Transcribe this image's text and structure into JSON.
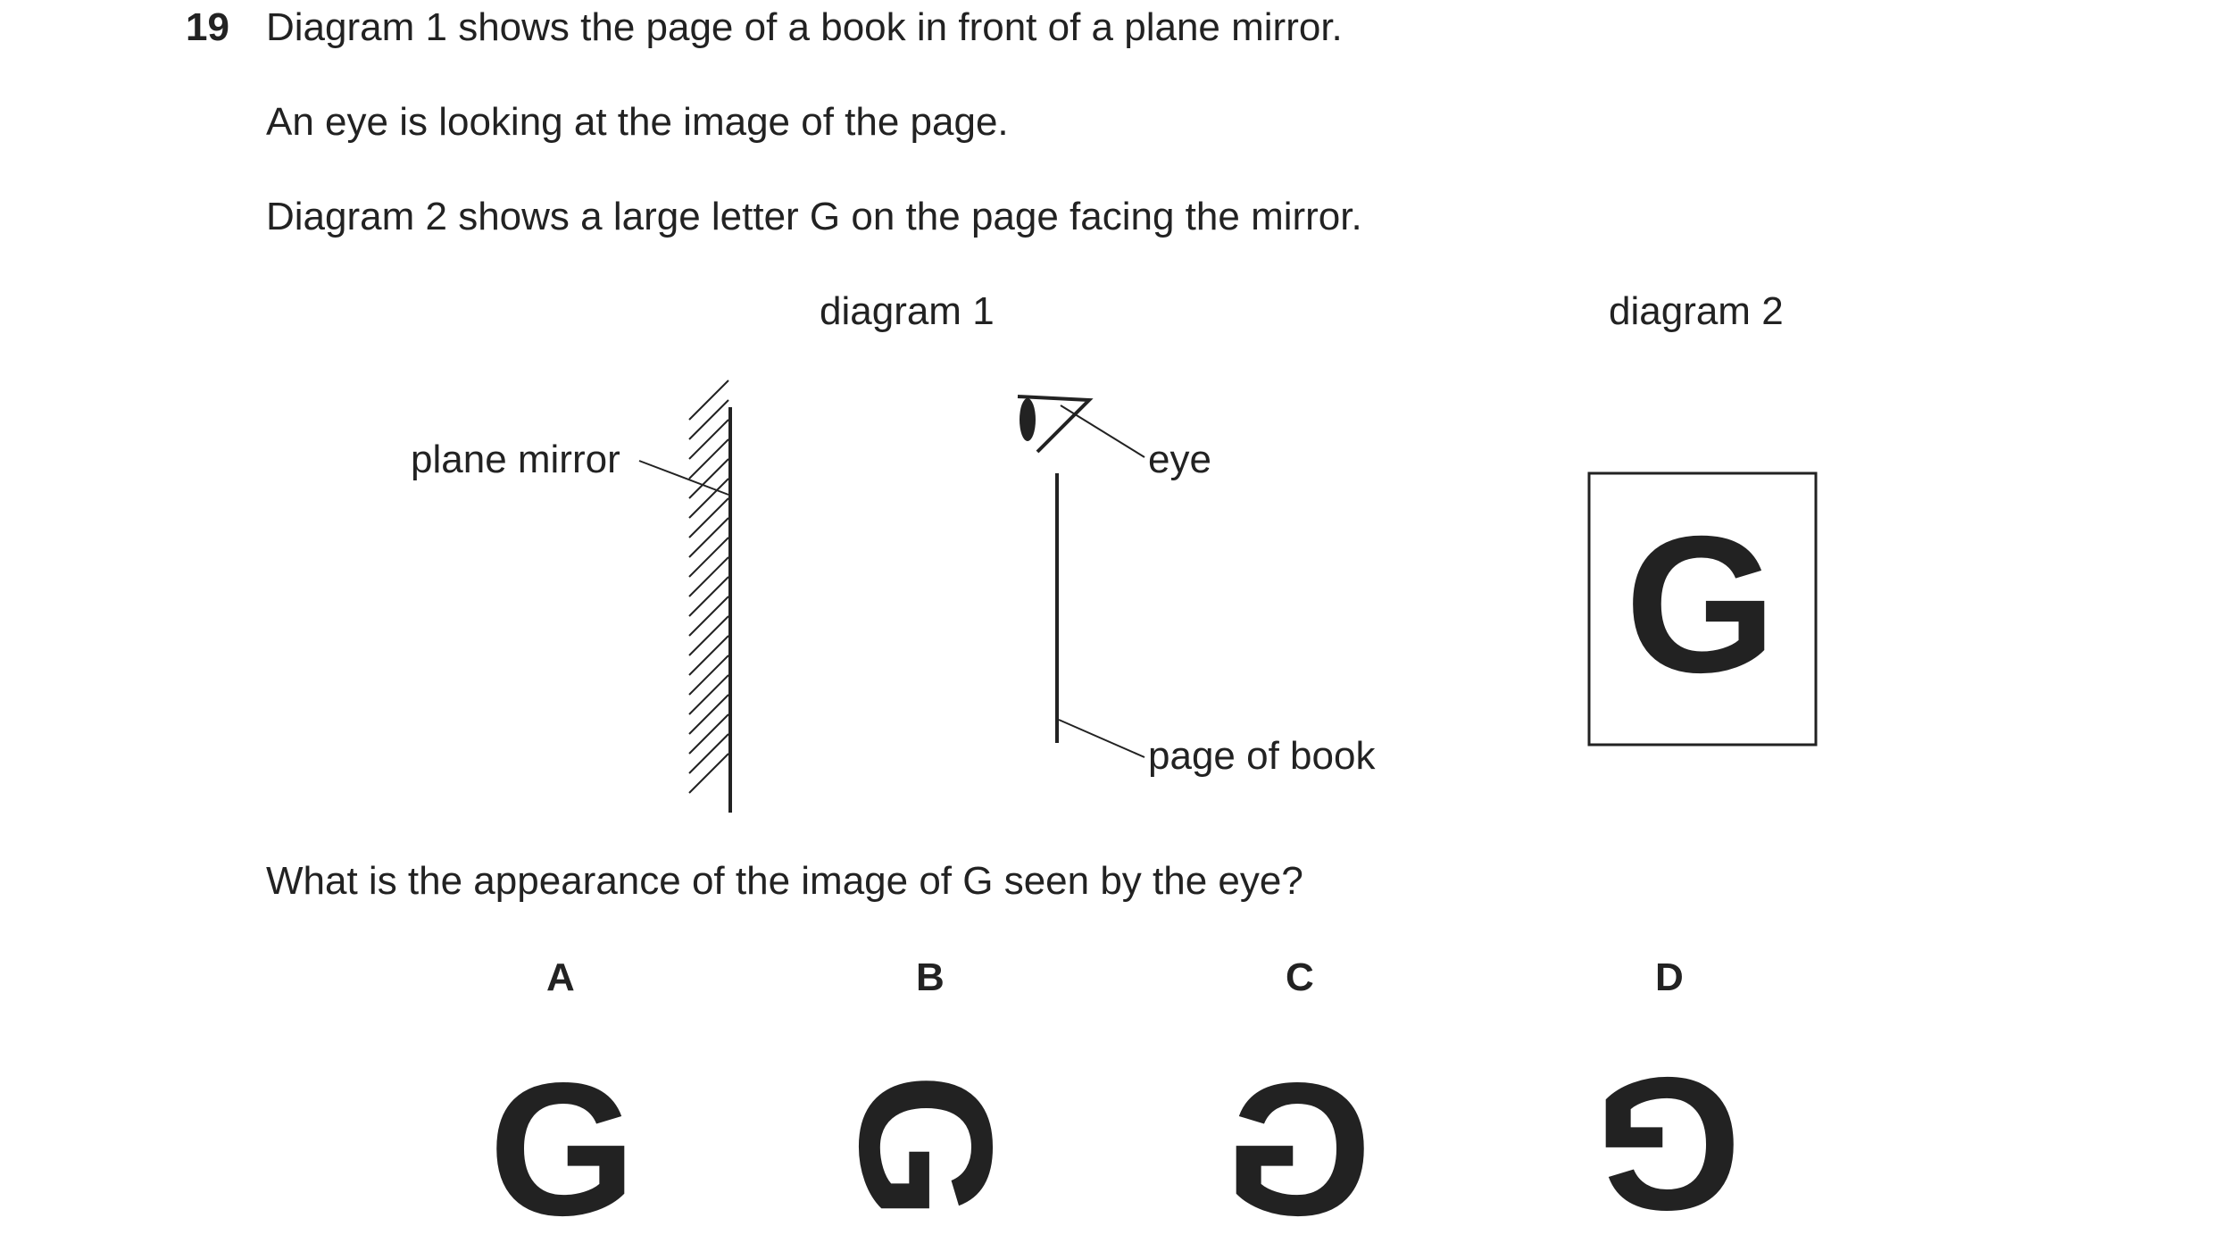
{
  "question": {
    "number": "19",
    "line1": "Diagram 1 shows the page of a book in front of a plane mirror.",
    "line2": "An eye is looking at the image of the page.",
    "line3": "Diagram 2 shows a large letter G on the page facing the mirror.",
    "prompt": "What is the appearance of the image of G seen by the eye?"
  },
  "diagram1": {
    "title": "diagram 1",
    "label_mirror": "plane mirror",
    "label_eye": "eye",
    "label_page": "page of book"
  },
  "diagram2": {
    "title": "diagram 2",
    "letter": "G"
  },
  "options": [
    {
      "key": "A",
      "glyph": "G",
      "orientation": "normal"
    },
    {
      "key": "B",
      "glyph": "G",
      "orientation": "rotated-90"
    },
    {
      "key": "C",
      "glyph": "G",
      "orientation": "mirrored"
    },
    {
      "key": "D",
      "glyph": "G",
      "orientation": "rotated-180"
    }
  ]
}
